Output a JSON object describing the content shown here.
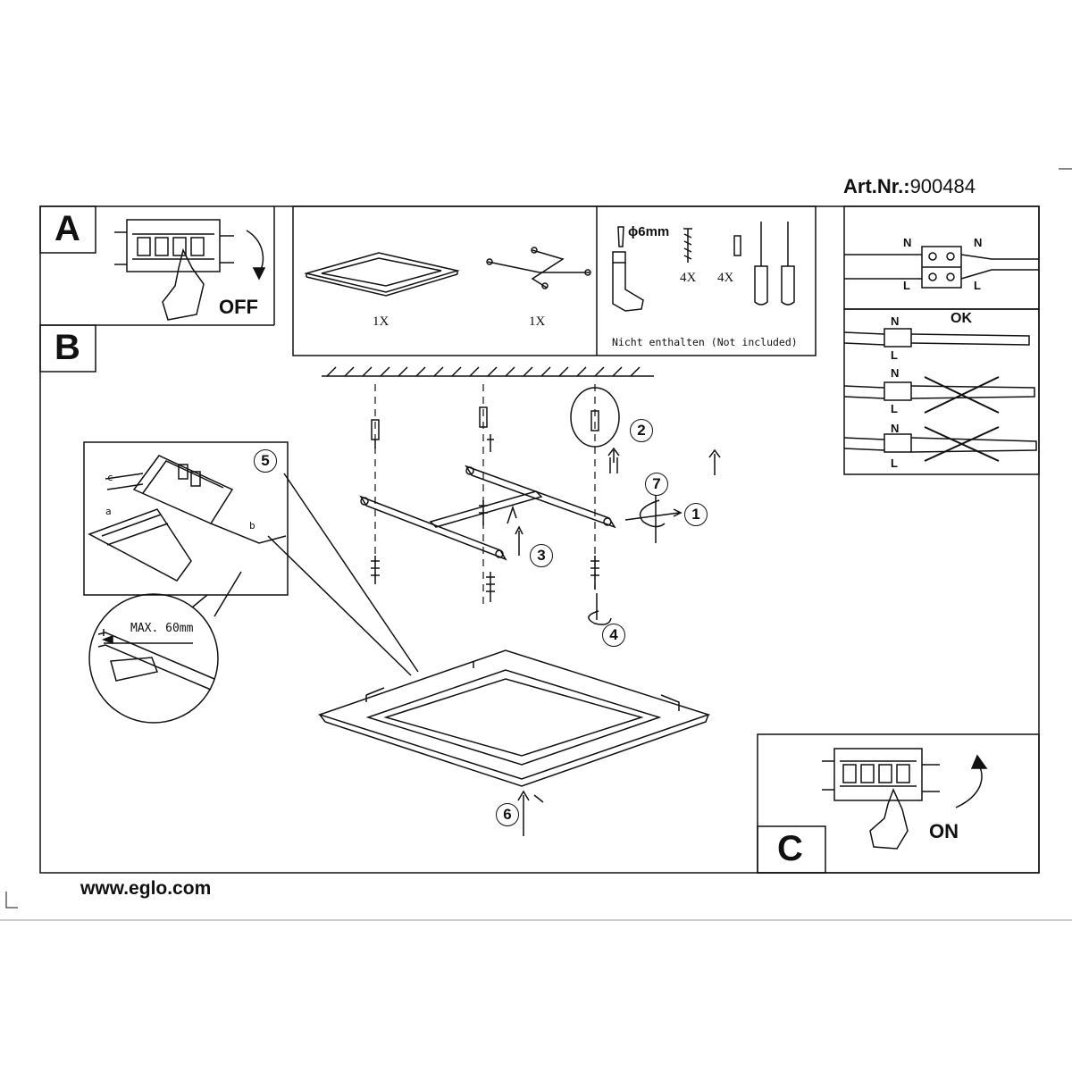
{
  "header": {
    "art_prefix": "Art.Nr.:",
    "art_number": "900484"
  },
  "footer": {
    "website": "www.eglo.com"
  },
  "sections": {
    "a": {
      "letter": "A",
      "state": "OFF"
    },
    "b": {
      "letter": "B"
    },
    "c": {
      "letter": "C",
      "state": "ON"
    }
  },
  "parts": {
    "panel_qty": "1X",
    "bracket_qty": "1X",
    "drill_label": "ϕ6mm",
    "plug_qty": "4X",
    "screw_qty": "4X",
    "not_included": "Nicht enthalten (Not included)"
  },
  "wiring": {
    "n": "N",
    "l": "L",
    "ok": "OK"
  },
  "detail": {
    "max_label": "MAX. 60mm",
    "clamp_a": "a",
    "clamp_b": "b",
    "clamp_c": "c"
  },
  "steps": [
    "1",
    "2",
    "3",
    "4",
    "5",
    "6",
    "7"
  ]
}
